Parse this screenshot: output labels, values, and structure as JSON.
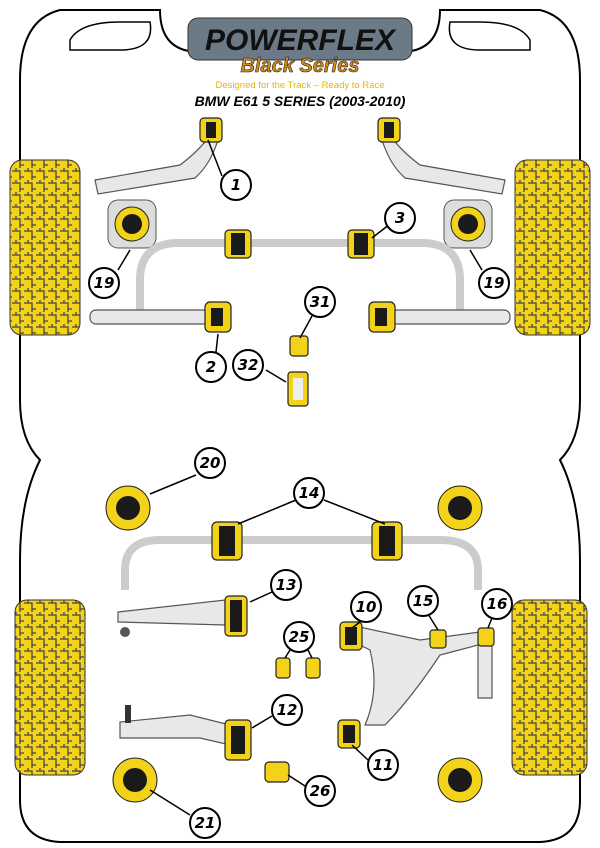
{
  "logo": {
    "brand": "POWERFLEX",
    "series": "Black Series",
    "tagline": "Designed for the Track – Ready to Race"
  },
  "title": "BMW E61 5 SERIES (2003-2010)",
  "colors": {
    "accent": "#f3d21a",
    "dark": "#1a1a1a",
    "tagline": "#e8b400"
  },
  "callouts": {
    "c1": "1",
    "c3": "3",
    "c19l": "19",
    "c19r": "19",
    "c31": "31",
    "c2": "2",
    "c32": "32",
    "c20": "20",
    "c14": "14",
    "c13": "13",
    "c10": "10",
    "c15": "15",
    "c16": "16",
    "c25": "25",
    "c12": "12",
    "c11": "11",
    "c26": "26",
    "c21": "21"
  }
}
